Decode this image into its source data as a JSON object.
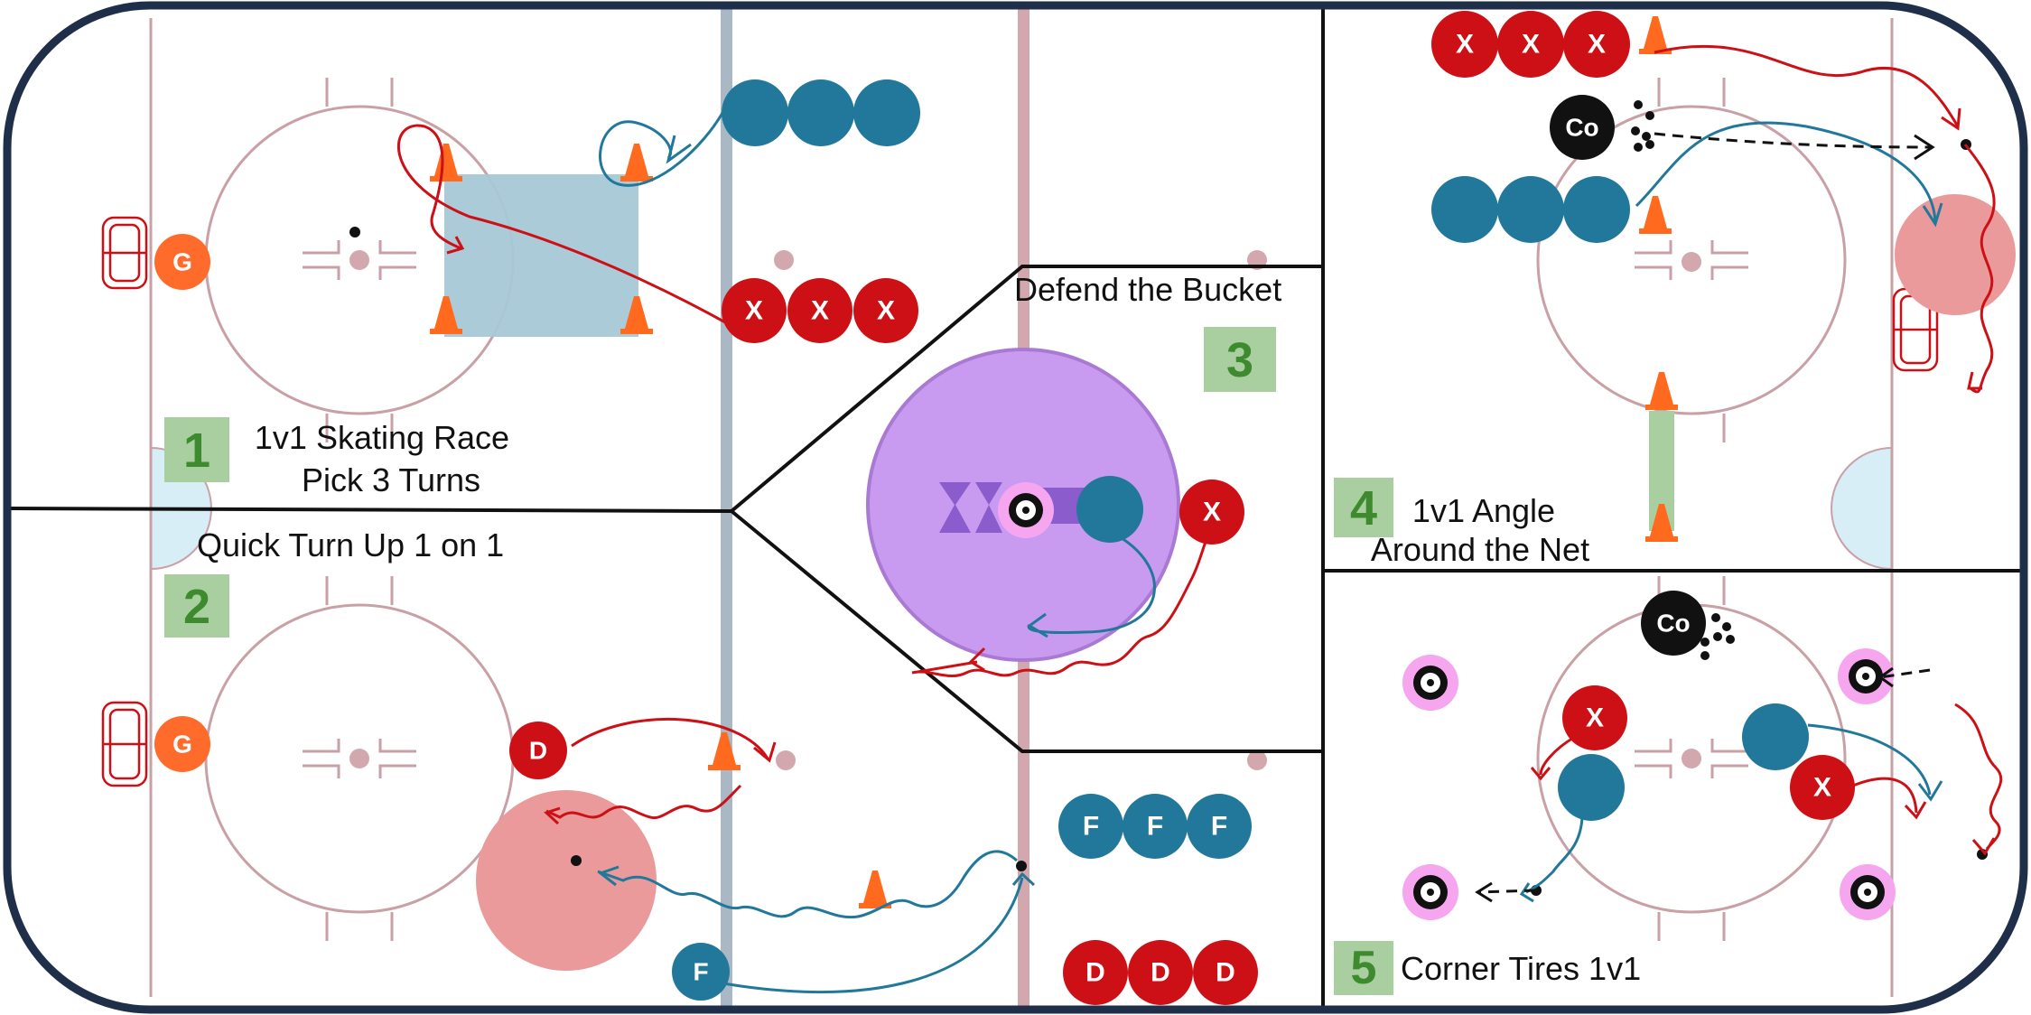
{
  "title": "Defend the Bucket",
  "stations": [
    {
      "number": "1",
      "lines": [
        "1v1 Skating Race",
        "Pick 3 Turns"
      ]
    },
    {
      "number": "2",
      "lines": [
        "Quick Turn Up 1 on 1"
      ]
    },
    {
      "number": "3",
      "lines": [
        "Defend the Bucket"
      ]
    },
    {
      "number": "4",
      "lines": [
        "1v1 Angle",
        "Around the Net"
      ]
    },
    {
      "number": "5",
      "lines": [
        "Corner Tires 1v1"
      ]
    }
  ],
  "player_letters": {
    "forward": "F",
    "defense": "D",
    "opponent": "X",
    "goalie": "G",
    "coach": "Co"
  },
  "colors": {
    "rink_border": "#1f2f4a",
    "rink_lines": "#c9a0a6",
    "blue_line": "#a9b8c4",
    "team_blue": "#22789a",
    "team_red": "#cc1016",
    "goalie_orange": "#ff6b2b",
    "cone_orange": "#ff6a1f",
    "station_tag": "#a9cfa0",
    "station_text": "#3e8a2f",
    "bucket_purple": "#c89af0",
    "tire_pink": "#f6a6ef",
    "zone_box_blue": "#a8c8d6",
    "pink_zone": "#ea9a9a",
    "crease_blue": "#d7eef6",
    "green_lane": "#a9cfa0"
  }
}
